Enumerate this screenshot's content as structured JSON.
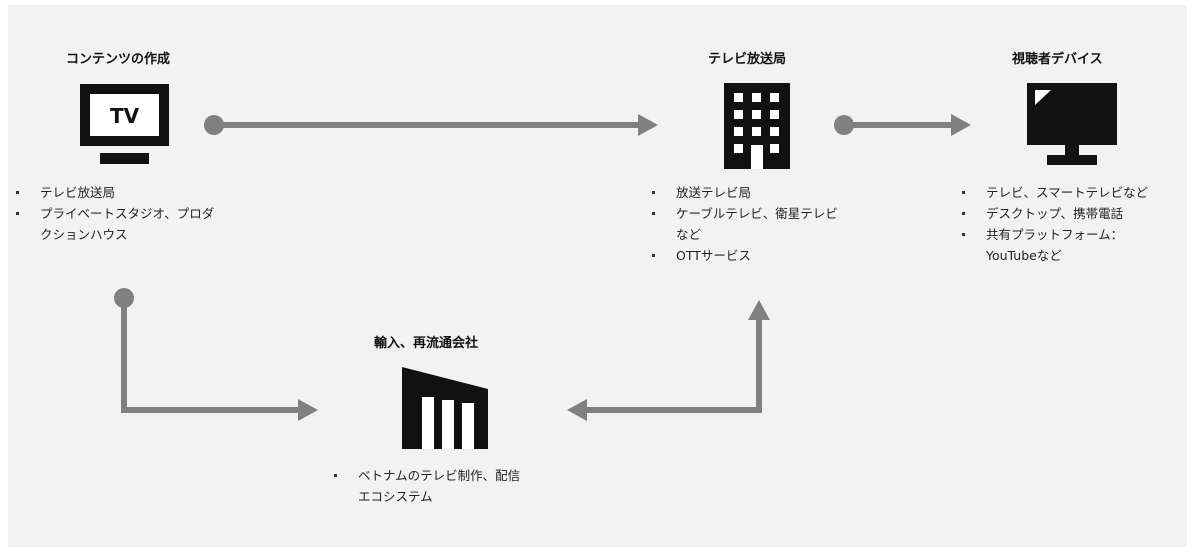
{
  "content_creation": {
    "title": "コンテンツの作成",
    "tv_text": "TV",
    "items": [
      "テレビ放送局",
      "プライベートスタジオ、プロダ",
      "クションハウス"
    ]
  },
  "broadcaster": {
    "title": "テレビ放送局",
    "items": [
      "放送テレビ局",
      "ケーブルテレビ、衛星テレビ",
      "など",
      "OTTサービス"
    ]
  },
  "viewer_device": {
    "title": "視聴者デバイス",
    "items": [
      "テレビ、スマートテレビなど",
      "デスクトップ、携帯電話",
      "共有プラットフォーム：",
      "YouTubeなど"
    ]
  },
  "import_redistribution": {
    "title": "輸入、再流通会社",
    "items": [
      "ベトナムのテレビ制作、配信",
      "エコシステム"
    ]
  },
  "colors": {
    "panel": "#f2f2f2",
    "arrow": "#808080",
    "icon": "#111111"
  },
  "icons": {
    "content_creation": "tv-icon",
    "broadcaster": "building-icon",
    "viewer_device": "monitor-icon",
    "import_redistribution": "warehouse-icon"
  }
}
